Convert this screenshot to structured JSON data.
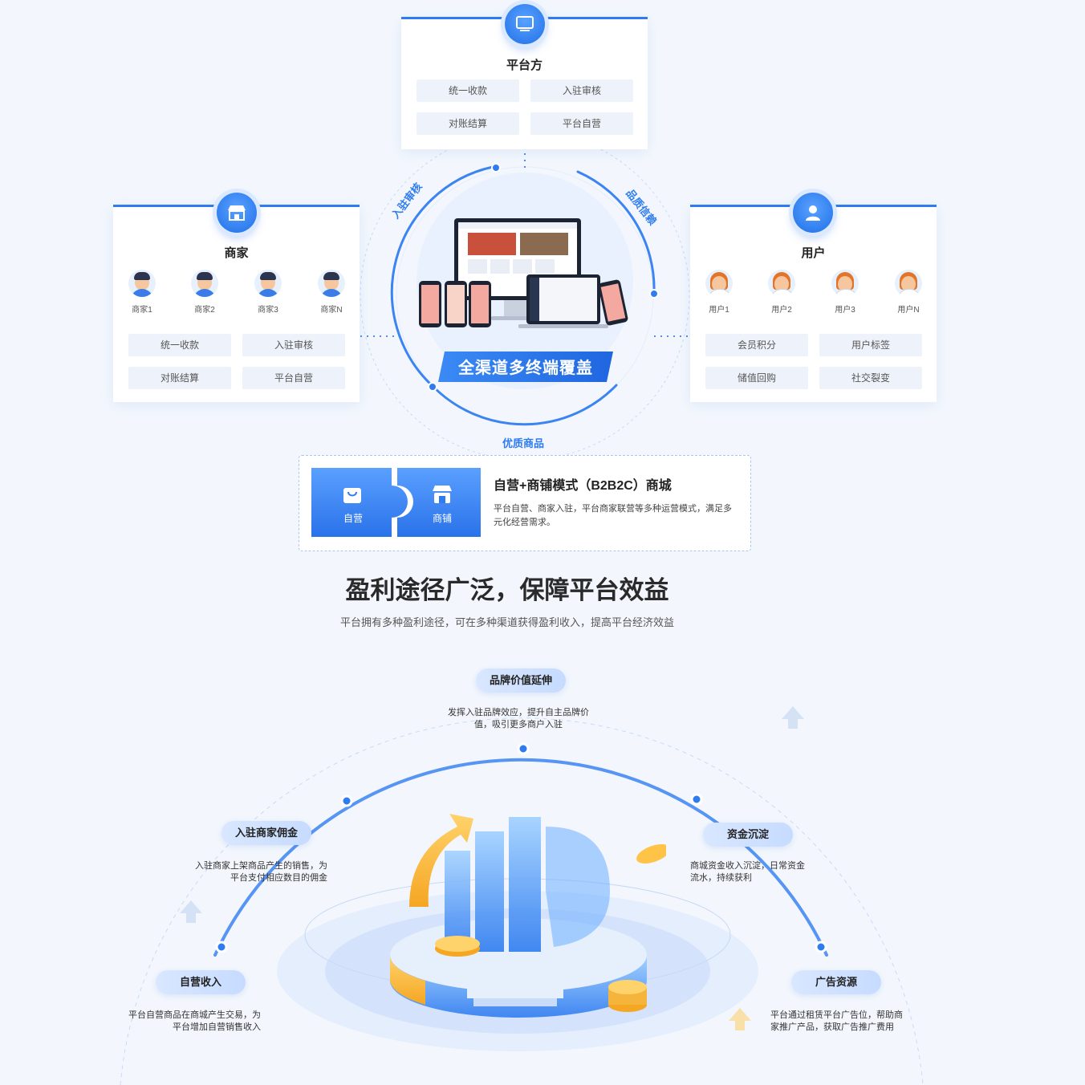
{
  "platform": {
    "title": "平台方",
    "items": [
      "统一收款",
      "入驻审核",
      "对账结算",
      "平台自营"
    ]
  },
  "merchant": {
    "title": "商家",
    "avatars": [
      "商家1",
      "商家2",
      "商家3",
      "商家N"
    ],
    "items": [
      "统一收款",
      "入驻审核",
      "对账结算",
      "平台自营"
    ]
  },
  "user": {
    "title": "用户",
    "avatars": [
      "用户1",
      "用户2",
      "用户3",
      "用户N"
    ],
    "items": [
      "会员积分",
      "用户标签",
      "储值回购",
      "社交裂变"
    ]
  },
  "circle": {
    "label_left": "入驻审核",
    "label_right": "品质信赖",
    "label_bottom": "优质商品",
    "banner": "全渠道多终端覆盖"
  },
  "mode": {
    "left_label": "自营",
    "right_label": "商铺",
    "title": "自营+商铺模式（B2B2C）商城",
    "desc": "平台自营、商家入驻，平台商家联营等多种运营模式，满足多元化经营需求。"
  },
  "section": {
    "title": "盈利途径广泛，保障平台效益",
    "subtitle": "平台拥有多种盈利途径，可在多种渠道获得盈利收入，提高平台经济效益"
  },
  "profit": {
    "brand": {
      "tag": "品牌价值延伸",
      "desc": "发挥入驻品牌效应，提升自主品牌价值，吸引更多商户入驻"
    },
    "commission": {
      "tag": "入驻商家佣金",
      "desc": "入驻商家上架商品产生的销售，为平台支付相应数目的佣金"
    },
    "funds": {
      "tag": "资金沉淀",
      "desc": "商城资金收入沉淀，日常资金流水，持续获利"
    },
    "self": {
      "tag": "自营收入",
      "desc": "平台自营商品在商城产生交易，为平台增加自营销售收入"
    },
    "ads": {
      "tag": "广告资源",
      "desc": "平台通过租赁平台广告位，帮助商家推广产品，获取广告推广费用"
    }
  },
  "colors": {
    "accent": "#2f7cf0",
    "accent_dark": "#1f6fe8",
    "gold": "#f5a623"
  }
}
